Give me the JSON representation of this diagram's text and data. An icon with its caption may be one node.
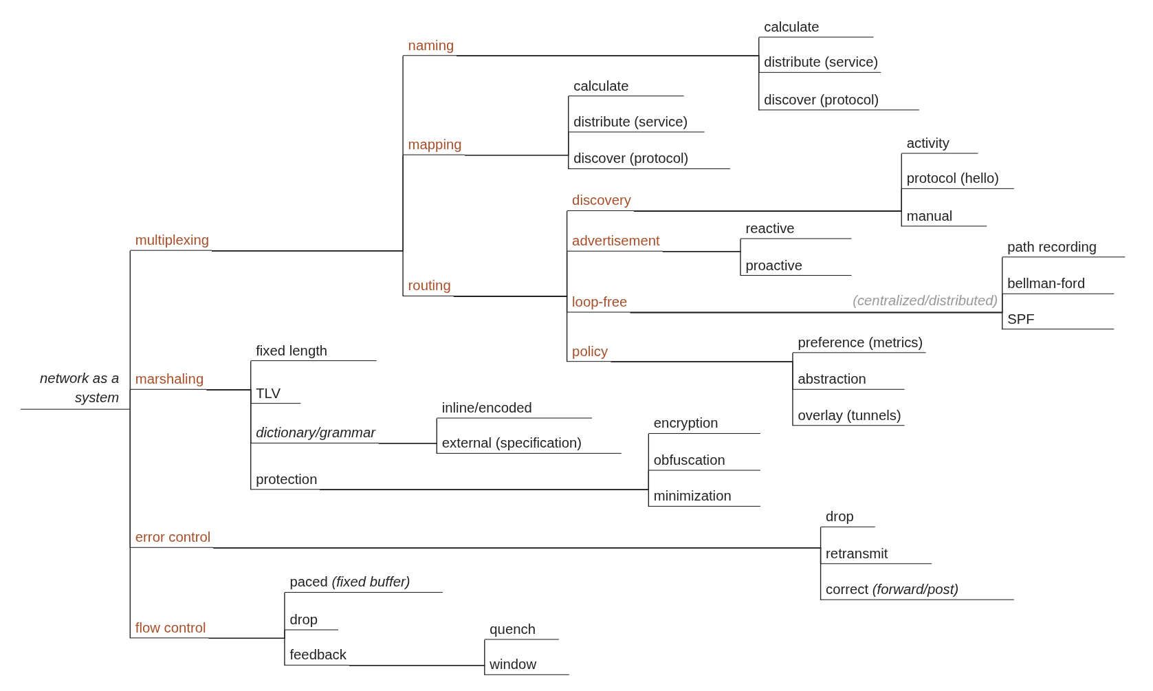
{
  "diagram": {
    "nodes": [
      {
        "text": [
          "network as a system"
        ]
      },
      {
        "text": [
          "multiplexing"
        ]
      },
      {
        "text": [
          "naming"
        ]
      },
      {
        "text": [
          "calculate"
        ]
      },
      {
        "text": [
          "distribute (service)"
        ]
      },
      {
        "text": [
          "discover (protocol)"
        ]
      },
      {
        "text": [
          "mapping"
        ]
      },
      {
        "text": [
          "calculate"
        ]
      },
      {
        "text": [
          "distribute (service)"
        ]
      },
      {
        "text": [
          "discover (protocol)"
        ]
      },
      {
        "text": [
          "routing"
        ]
      },
      {
        "text": [
          "discovery"
        ]
      },
      {
        "text": [
          "activity"
        ]
      },
      {
        "text": [
          "protocol (hello)"
        ]
      },
      {
        "text": [
          "manual"
        ]
      },
      {
        "text": [
          "advertisement"
        ]
      },
      {
        "text": [
          "reactive"
        ]
      },
      {
        "text": [
          "proactive"
        ]
      },
      {
        "text": [
          "loop-free"
        ]
      },
      {
        "text": [
          "path recording"
        ]
      },
      {
        "text": [
          "bellman-ford"
        ]
      },
      {
        "text": [
          "SPF"
        ]
      },
      {
        "text": [
          "policy"
        ]
      },
      {
        "text": [
          "preference (metrics)"
        ]
      },
      {
        "text": [
          "abstraction"
        ]
      },
      {
        "text": [
          "overlay (tunnels)"
        ]
      },
      {
        "text": [
          "marshaling"
        ]
      },
      {
        "text": [
          "fixed length"
        ]
      },
      {
        "text": [
          "TLV"
        ]
      },
      {
        "text": [
          "dictionary/grammar"
        ]
      },
      {
        "text": [
          "inline/encoded"
        ]
      },
      {
        "text": [
          "external (specification)"
        ]
      },
      {
        "text": [
          "protection"
        ]
      },
      {
        "text": [
          "encryption"
        ]
      },
      {
        "text": [
          "obfuscation"
        ]
      },
      {
        "text": [
          "minimization"
        ]
      },
      {
        "text": [
          "error control"
        ]
      },
      {
        "text": [
          "drop"
        ]
      },
      {
        "text": [
          "retransmit"
        ]
      },
      {
        "text": [
          "correct *(forward/post)*"
        ]
      },
      {
        "text": [
          "flow control"
        ]
      },
      {
        "text": [
          "paced *(fixed buffer)*"
        ]
      },
      {
        "text": [
          "drop"
        ]
      },
      {
        "text": [
          "feedback"
        ]
      },
      {
        "text": [
          "quench"
        ]
      },
      {
        "text": [
          "window"
        ]
      }
    ],
    "edges": [
      {
        "from": 0,
        "to": 1,
        "arrow": "none"
      },
      {
        "from": 1,
        "to": 2,
        "arrow": "none"
      },
      {
        "from": 2,
        "to": 3,
        "arrow": "none"
      },
      {
        "from": 2,
        "to": 4,
        "arrow": "none"
      },
      {
        "from": 2,
        "to": 5,
        "arrow": "none"
      },
      {
        "from": 1,
        "to": 6,
        "arrow": "none"
      },
      {
        "from": 6,
        "to": 7,
        "arrow": "none"
      },
      {
        "from": 6,
        "to": 8,
        "arrow": "none"
      },
      {
        "from": 6,
        "to": 9,
        "arrow": "none"
      },
      {
        "from": 1,
        "to": 10,
        "arrow": "none"
      },
      {
        "from": 10,
        "to": 11,
        "arrow": "none"
      },
      {
        "from": 11,
        "to": 12,
        "arrow": "none"
      },
      {
        "from": 11,
        "to": 13,
        "arrow": "none"
      },
      {
        "from": 11,
        "to": 14,
        "arrow": "none"
      },
      {
        "from": 10,
        "to": 15,
        "arrow": "none"
      },
      {
        "from": 15,
        "to": 16,
        "arrow": "none"
      },
      {
        "from": 15,
        "to": 17,
        "arrow": "none"
      },
      {
        "from": 10,
        "to": 18,
        "arrow": "none"
      },
      {
        "from": 18,
        "to": 19,
        "arrow": "none"
      },
      {
        "from": 18,
        "to": 20,
        "arrow": "none"
      },
      {
        "from": 18,
        "to": 21,
        "arrow": "none"
      },
      {
        "from": 10,
        "to": 22,
        "arrow": "none"
      },
      {
        "from": 22,
        "to": 23,
        "arrow": "none"
      },
      {
        "from": 22,
        "to": 24,
        "arrow": "none"
      },
      {
        "from": 22,
        "to": 25,
        "arrow": "none"
      },
      {
        "from": 0,
        "to": 26,
        "arrow": "none"
      },
      {
        "from": 26,
        "to": 27,
        "arrow": "none"
      },
      {
        "from": 26,
        "to": 28,
        "arrow": "none"
      },
      {
        "from": 26,
        "to": 29,
        "arrow": "none"
      },
      {
        "from": 29,
        "to": 30,
        "arrow": "none"
      },
      {
        "from": 29,
        "to": 31,
        "arrow": "none"
      },
      {
        "from": 26,
        "to": 32,
        "arrow": "none"
      },
      {
        "from": 32,
        "to": 33,
        "arrow": "none"
      },
      {
        "from": 32,
        "to": 34,
        "arrow": "none"
      },
      {
        "from": 32,
        "to": 35,
        "arrow": "none"
      },
      {
        "from": 0,
        "to": 36,
        "arrow": "none"
      },
      {
        "from": 36,
        "to": 37,
        "arrow": "none"
      },
      {
        "from": 36,
        "to": 38,
        "arrow": "none"
      },
      {
        "from": 36,
        "to": 39,
        "arrow": "none"
      },
      {
        "from": 0,
        "to": 40,
        "arrow": "none"
      },
      {
        "from": 40,
        "to": 41,
        "arrow": "none"
      },
      {
        "from": 40,
        "to": 42,
        "arrow": "none"
      },
      {
        "from": 40,
        "to": 43,
        "arrow": "none"
      },
      {
        "from": 43,
        "to": 44,
        "arrow": "none"
      },
      {
        "from": 43,
        "to": 45,
        "arrow": "none"
      }
    ],
    "labels": [
      "(centralized/distributed)"
    ]
  }
}
